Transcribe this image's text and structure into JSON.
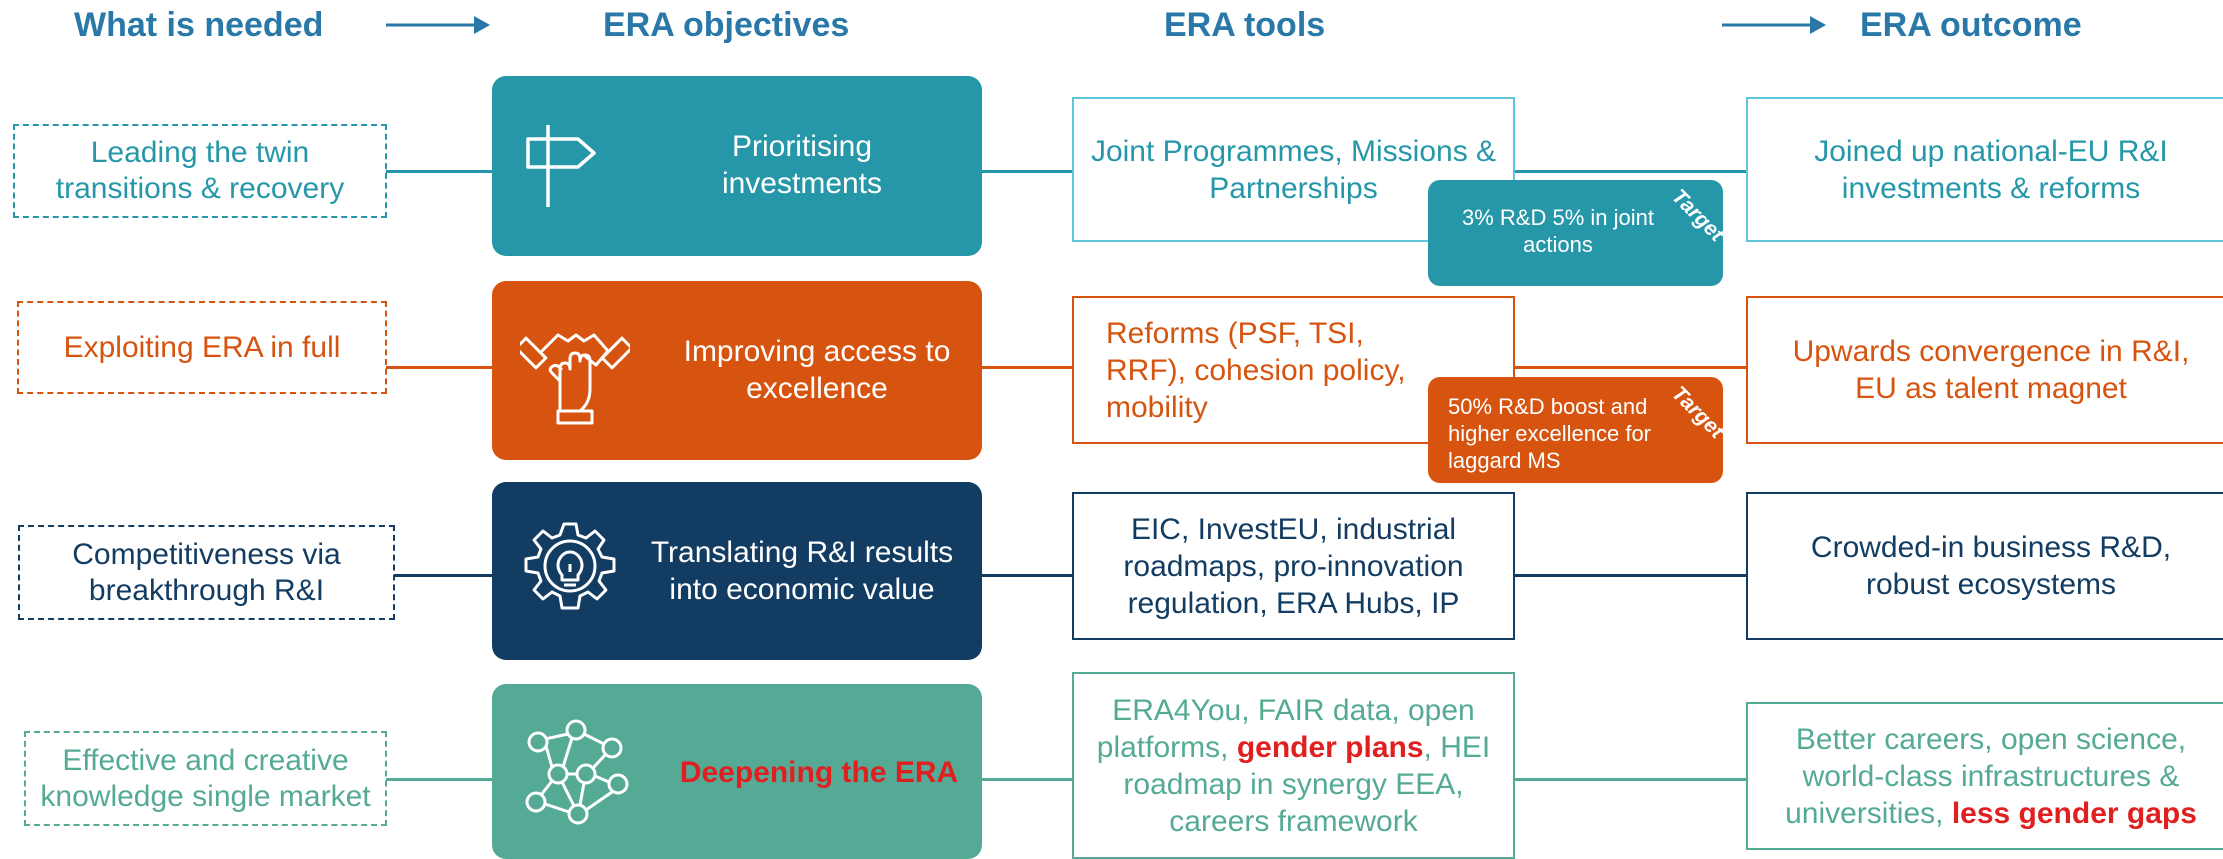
{
  "headers": {
    "needed": "What is needed",
    "objectives": "ERA objectives",
    "tools": "ERA tools",
    "outcome": "ERA outcome"
  },
  "colors": {
    "header": "#2a78a8",
    "row1": "#2697a9",
    "row2": "#d6540f",
    "row3": "#123c62",
    "row4": "#55aa96",
    "highlight": "#e02020"
  },
  "rows": [
    {
      "need": "Leading the twin transitions & recovery",
      "objective": "Prioritising investments",
      "icon": "signpost-icon",
      "tool": "Joint Programmes, Missions & Partnerships",
      "target_label": "Target",
      "target_text": "3% R&D 5% in joint actions",
      "outcome": "Joined up national-EU R&I investments & reforms"
    },
    {
      "need": "Exploiting ERA in full",
      "objective": "Improving access to excellence",
      "icon": "joined-hands-icon",
      "tool": "Reforms (PSF, TSI, RRF), cohesion policy, mobility",
      "target_label": "Target",
      "target_text": "50% R&D boost and higher excellence for laggard MS",
      "outcome": "Upwards convergence in R&I, EU as talent magnet"
    },
    {
      "need": "Competitiveness via breakthrough R&I",
      "objective": "Translating R&I results into economic value",
      "icon": "gear-lightbulb-icon",
      "tool": "EIC, InvestEU, industrial roadmaps, pro-innovation regulation, ERA Hubs, IP",
      "outcome": "Crowded-in business R&D, robust ecosystems"
    },
    {
      "need": "Effective and creative knowledge single market",
      "objective": "Deepening the ERA",
      "icon": "network-icon",
      "tool_pre": "ERA4You, FAIR data, open platforms, ",
      "tool_highlight": "gender plans",
      "tool_post": ", HEI roadmap in synergy EEA, careers framework",
      "outcome_pre": "Better careers, open science, world-class infrastructures & universities, ",
      "outcome_highlight": "less gender gaps"
    }
  ]
}
